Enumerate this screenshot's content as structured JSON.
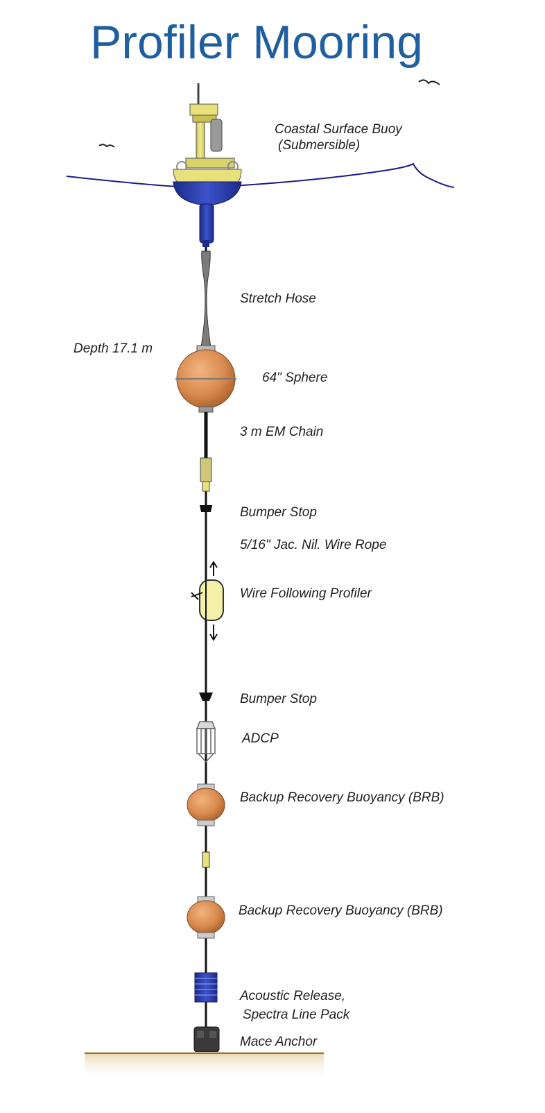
{
  "title": "Profiler Mooring",
  "labels": {
    "surface_buoy_line1": "Coastal Surface Buoy",
    "surface_buoy_line2": "(Submersible)",
    "stretch_hose": "Stretch Hose",
    "depth": "Depth 17.1 m",
    "sphere": "64\" Sphere",
    "em_chain": "3 m EM Chain",
    "bumper_stop_upper": "Bumper Stop",
    "wire_rope": "5/16\" Jac. Nil. Wire Rope",
    "profiler": "Wire Following Profiler",
    "bumper_stop_lower": "Bumper Stop",
    "adcp": "ADCP",
    "brb_upper": "Backup Recovery Buoyancy (BRB)",
    "brb_lower": "Backup Recovery Buoyancy (BRB)",
    "release_line1": "Acoustic Release,",
    "release_line2": "Spectra Line Pack",
    "anchor": "Mace Anchor"
  },
  "colors": {
    "title": "#1f5fa0",
    "water_line": "#1a1a8c",
    "buoy_yellow": "#e8e07a",
    "buoy_blue": "#2a3aa8",
    "float_orange": "#d98a4e",
    "release_blue": "#2b3fbf",
    "seabed": "#d9c39a"
  }
}
